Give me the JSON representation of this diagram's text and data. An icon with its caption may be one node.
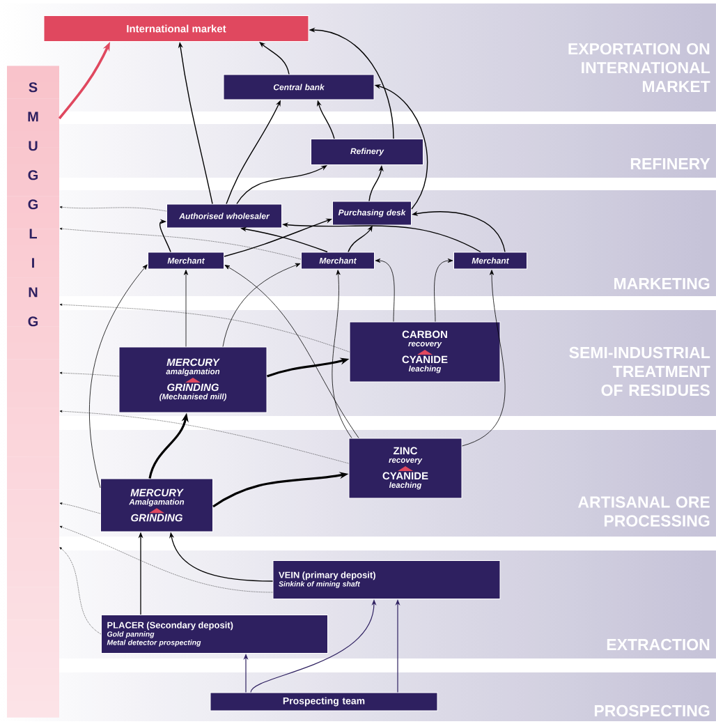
{
  "diagram": {
    "nodes": [
      {
        "text": [
          "International market"
        ]
      },
      {
        "text": [
          "Central bank"
        ]
      },
      {
        "text": [
          "Refinery"
        ]
      },
      {
        "text": [
          "Authorised wholesaler"
        ]
      },
      {
        "text": [
          "Purchasing desk"
        ]
      },
      {
        "text": [
          "Merchant"
        ]
      },
      {
        "text": [
          "Merchant"
        ]
      },
      {
        "text": [
          "Merchant"
        ]
      },
      {
        "text": [
          "MERCURY",
          "amalgamation",
          "GRINDING",
          "(Mechanised mill)"
        ]
      },
      {
        "text": [
          "CARBON",
          "recovery",
          "CYANIDE",
          "leaching"
        ]
      },
      {
        "text": [
          "ZINC",
          "recovery",
          "CYANIDE",
          "leaching"
        ]
      },
      {
        "text": [
          "MERCURY",
          "Amalgamation",
          "GRINDING"
        ]
      },
      {
        "text": [
          "VEIN (primary deposit)",
          "Sinkink of mining shaft"
        ]
      },
      {
        "text": [
          "PLACER (Secondary deposit)",
          "Gold panning",
          "Metal detector prospecting"
        ]
      },
      {
        "text": [
          "Prospecting team"
        ]
      },
      {
        "text": [
          "SMUGGLING"
        ]
      }
    ],
    "edges": [
      {
        "from": 1,
        "to": 0,
        "arrow": "to"
      },
      {
        "from": 2,
        "to": 1,
        "arrow": "to"
      },
      {
        "from": 2,
        "to": 0,
        "arrow": "to"
      },
      {
        "from": 3,
        "to": 0,
        "arrow": "to"
      },
      {
        "from": 3,
        "to": 1,
        "arrow": "to"
      },
      {
        "from": 3,
        "to": 2,
        "arrow": "to"
      },
      {
        "from": 4,
        "to": 2,
        "arrow": "to"
      },
      {
        "from": 4,
        "to": 1,
        "arrow": "to"
      },
      {
        "from": 5,
        "to": 3,
        "arrow": "to"
      },
      {
        "from": 5,
        "to": 4,
        "arrow": "to"
      },
      {
        "from": 6,
        "to": 3,
        "arrow": "to"
      },
      {
        "from": 6,
        "to": 4,
        "arrow": "to"
      },
      {
        "from": 7,
        "to": 3,
        "arrow": "to"
      },
      {
        "from": 7,
        "to": 4,
        "arrow": "to"
      },
      {
        "from": 8,
        "to": 5,
        "arrow": "to"
      },
      {
        "from": 8,
        "to": 6,
        "arrow": "to"
      },
      {
        "from": 8,
        "to": 9,
        "arrow": "to",
        "style": "thick"
      },
      {
        "from": 9,
        "to": 6,
        "arrow": "to"
      },
      {
        "from": 9,
        "to": 7,
        "arrow": "to"
      },
      {
        "from": 10,
        "to": 5,
        "arrow": "to"
      },
      {
        "from": 10,
        "to": 6,
        "arrow": "to"
      },
      {
        "from": 10,
        "to": 7,
        "arrow": "to"
      },
      {
        "from": 11,
        "to": 8,
        "arrow": "to",
        "style": "thick"
      },
      {
        "from": 11,
        "to": 10,
        "arrow": "to",
        "style": "thick"
      },
      {
        "from": 11,
        "to": 5,
        "arrow": "to"
      },
      {
        "from": 12,
        "to": 11,
        "arrow": "to"
      },
      {
        "from": 13,
        "to": 11,
        "arrow": "to"
      },
      {
        "from": 14,
        "to": 13,
        "arrow": "to",
        "color": "#2e2060"
      },
      {
        "from": 14,
        "to": 12,
        "arrow": "to",
        "color": "#2e2060"
      },
      {
        "from": 14,
        "to": 12,
        "arrow": "to",
        "color": "#2e2060"
      },
      {
        "from": 15,
        "to": 0,
        "arrow": "to",
        "style": "thick",
        "color": "#e0485f"
      },
      {
        "from": 3,
        "to": 15,
        "arrow": "to",
        "style": "dashed"
      },
      {
        "from": 6,
        "to": 15,
        "arrow": "to",
        "style": "dashed"
      },
      {
        "from": 9,
        "to": 15,
        "arrow": "to",
        "style": "dashed"
      },
      {
        "from": 8,
        "to": 15,
        "arrow": "to",
        "style": "dashed"
      },
      {
        "from": 10,
        "to": 15,
        "arrow": "to",
        "style": "dashed"
      },
      {
        "from": 11,
        "to": 15,
        "arrow": "to",
        "style": "dashed"
      },
      {
        "from": 12,
        "to": 15,
        "arrow": "to",
        "style": "dashed"
      },
      {
        "from": 13,
        "to": 15,
        "arrow": "to",
        "style": "dashed"
      }
    ],
    "labels": [
      "EXPORTATION ON INTERNATIONAL MARKET",
      "REFINERY",
      "MARKETING",
      "SEMI-INDUSTRIAL TREATMENT OF RESIDUES",
      "ARTISANAL ORE PROCESSING",
      "EXTRACTION",
      "PROSPECTING"
    ]
  }
}
